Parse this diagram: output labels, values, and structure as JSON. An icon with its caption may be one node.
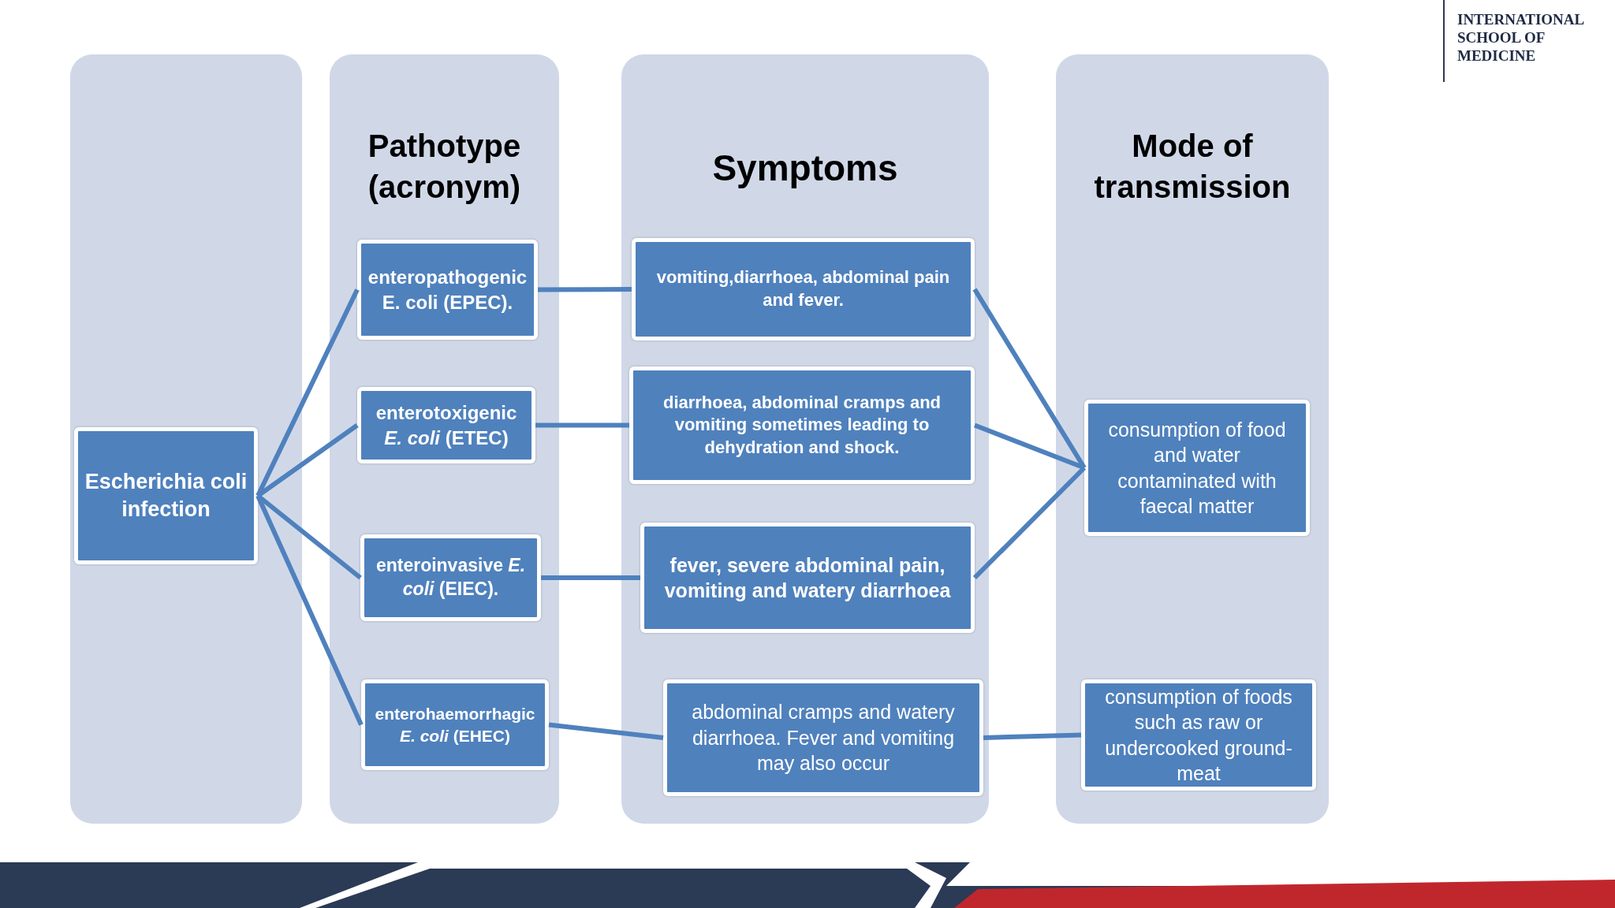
{
  "diagram": {
    "nodes": [
      {
        "text": [],
        "shape": "box"
      },
      {
        "text": [
          "Escherichia coli infection"
        ],
        "in": 0
      },
      {
        "text": [
          "Pathotype (acronym)"
        ]
      },
      {
        "text": [
          "enteropathogenic E. coli (EPEC)."
        ],
        "in": 2
      },
      {
        "text": [
          "enterotoxigenic *E. coli* (ETEC)"
        ],
        "in": 2
      },
      {
        "text": [
          "enteroinvasive *E. coli* (EIEC)."
        ],
        "in": 2
      },
      {
        "text": [
          "enterohaemorrhagic *E. coli* (EHEC)"
        ],
        "in": 2
      },
      {
        "text": [
          "Symptoms"
        ]
      },
      {
        "text": [
          "vomiting,diarrhoea, abdominal pain and fever."
        ],
        "in": 7
      },
      {
        "text": [
          "diarrhoea, abdominal cramps and vomiting sometimes leading to dehydration and shock."
        ],
        "in": 7
      },
      {
        "text": [
          "fever, severe abdominal pain, vomiting and watery diarrhoea"
        ],
        "in": 7
      },
      {
        "text": [
          "abdominal cramps and watery diarrhoea. Fever and vomiting may also occur"
        ],
        "in": 7
      },
      {
        "text": [
          "Mode of transmission"
        ]
      },
      {
        "text": [
          "consumption of food and water contaminated with faecal matter"
        ],
        "in": 12
      },
      {
        "text": [
          "consumption of foods such as raw or undercooked ground-meat"
        ],
        "in": 12
      }
    ],
    "edges": [
      {
        "from": 1,
        "to": 3,
        "arrow": "none"
      },
      {
        "from": 1,
        "to": 4,
        "arrow": "none"
      },
      {
        "from": 1,
        "to": 5,
        "arrow": "none"
      },
      {
        "from": 1,
        "to": 6,
        "arrow": "none"
      },
      {
        "from": 3,
        "to": 8,
        "arrow": "none"
      },
      {
        "from": 4,
        "to": 9,
        "arrow": "none"
      },
      {
        "from": 5,
        "to": 10,
        "arrow": "none"
      },
      {
        "from": 6,
        "to": 11,
        "arrow": "none"
      },
      {
        "from": 8,
        "to": 13,
        "arrow": "none"
      },
      {
        "from": 9,
        "to": 13,
        "arrow": "none"
      },
      {
        "from": 10,
        "to": 13,
        "arrow": "none"
      },
      {
        "from": 11,
        "to": 14,
        "arrow": "none"
      }
    ],
    "labels": [
      "INTERNATIONAL SCHOOL OF MEDICINE"
    ]
  }
}
